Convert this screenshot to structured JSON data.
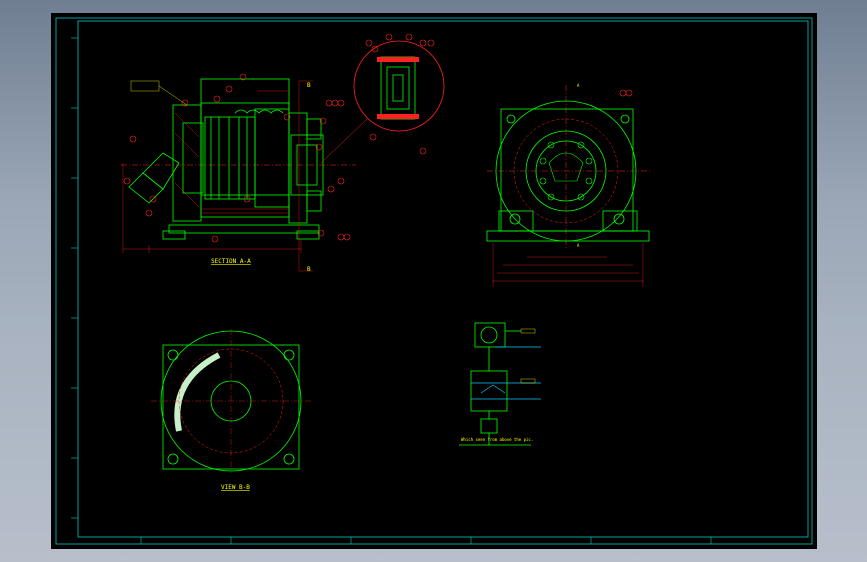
{
  "drawing": {
    "views": {
      "section_aa": {
        "label": "SECTION A-A",
        "cut_letter": "A",
        "cut_b_letter": "B"
      },
      "view_bb": {
        "label": "VIEW B-B"
      },
      "front_view": {
        "axis_letter": "A"
      }
    },
    "notes": {
      "flow_note": "Which seen from above the pic."
    },
    "colors": {
      "frame": "#00c8c8",
      "outline": "#00ff00",
      "centerline": "#ff2020",
      "dimension": "#ff2020",
      "text": "#ffff00"
    }
  }
}
